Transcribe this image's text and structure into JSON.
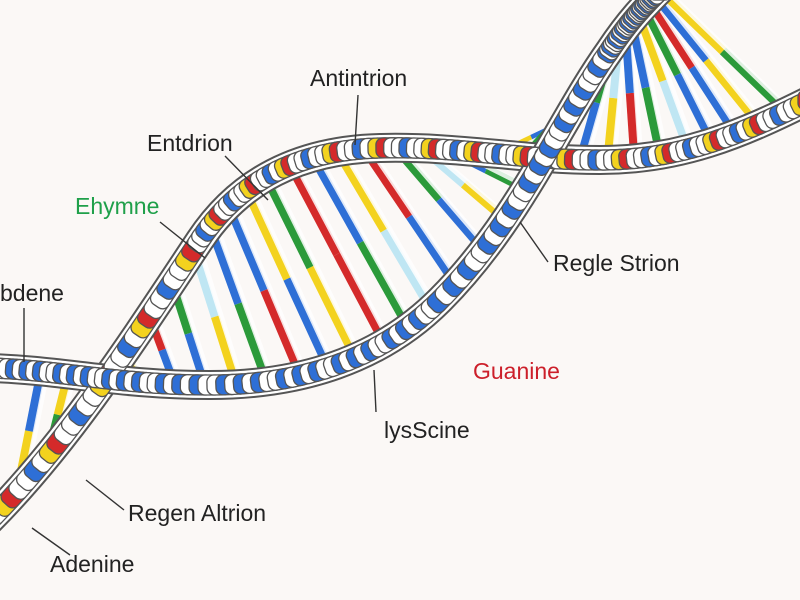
{
  "diagram": {
    "labels": [
      {
        "id": "antintron",
        "text": "Antintrion",
        "color": "#222222"
      },
      {
        "id": "entdrion",
        "text": "Entdrion",
        "color": "#222222"
      },
      {
        "id": "ehymne",
        "text": "Ehymne",
        "color": "#1fa04a"
      },
      {
        "id": "bdene",
        "text": "bdene",
        "color": "#222222"
      },
      {
        "id": "regle-strion",
        "text": "Regle Strion",
        "color": "#222222"
      },
      {
        "id": "guanine",
        "text": "Guanine",
        "color": "#cc1f2a"
      },
      {
        "id": "lysscine",
        "text": "lysScine",
        "color": "#222222"
      },
      {
        "id": "regen-altrion",
        "text": "Regen Altrion",
        "color": "#222222"
      },
      {
        "id": "adenine",
        "text": "Adenine",
        "color": "#222222"
      }
    ],
    "colors": {
      "blue": "#2e6fd6",
      "red": "#d42a2a",
      "green": "#2b9a3a",
      "yellow": "#f3d21e",
      "light-blue": "#bfe6f3",
      "backbone-fill": "#ffffff",
      "backbone-stroke": "#555555"
    }
  }
}
